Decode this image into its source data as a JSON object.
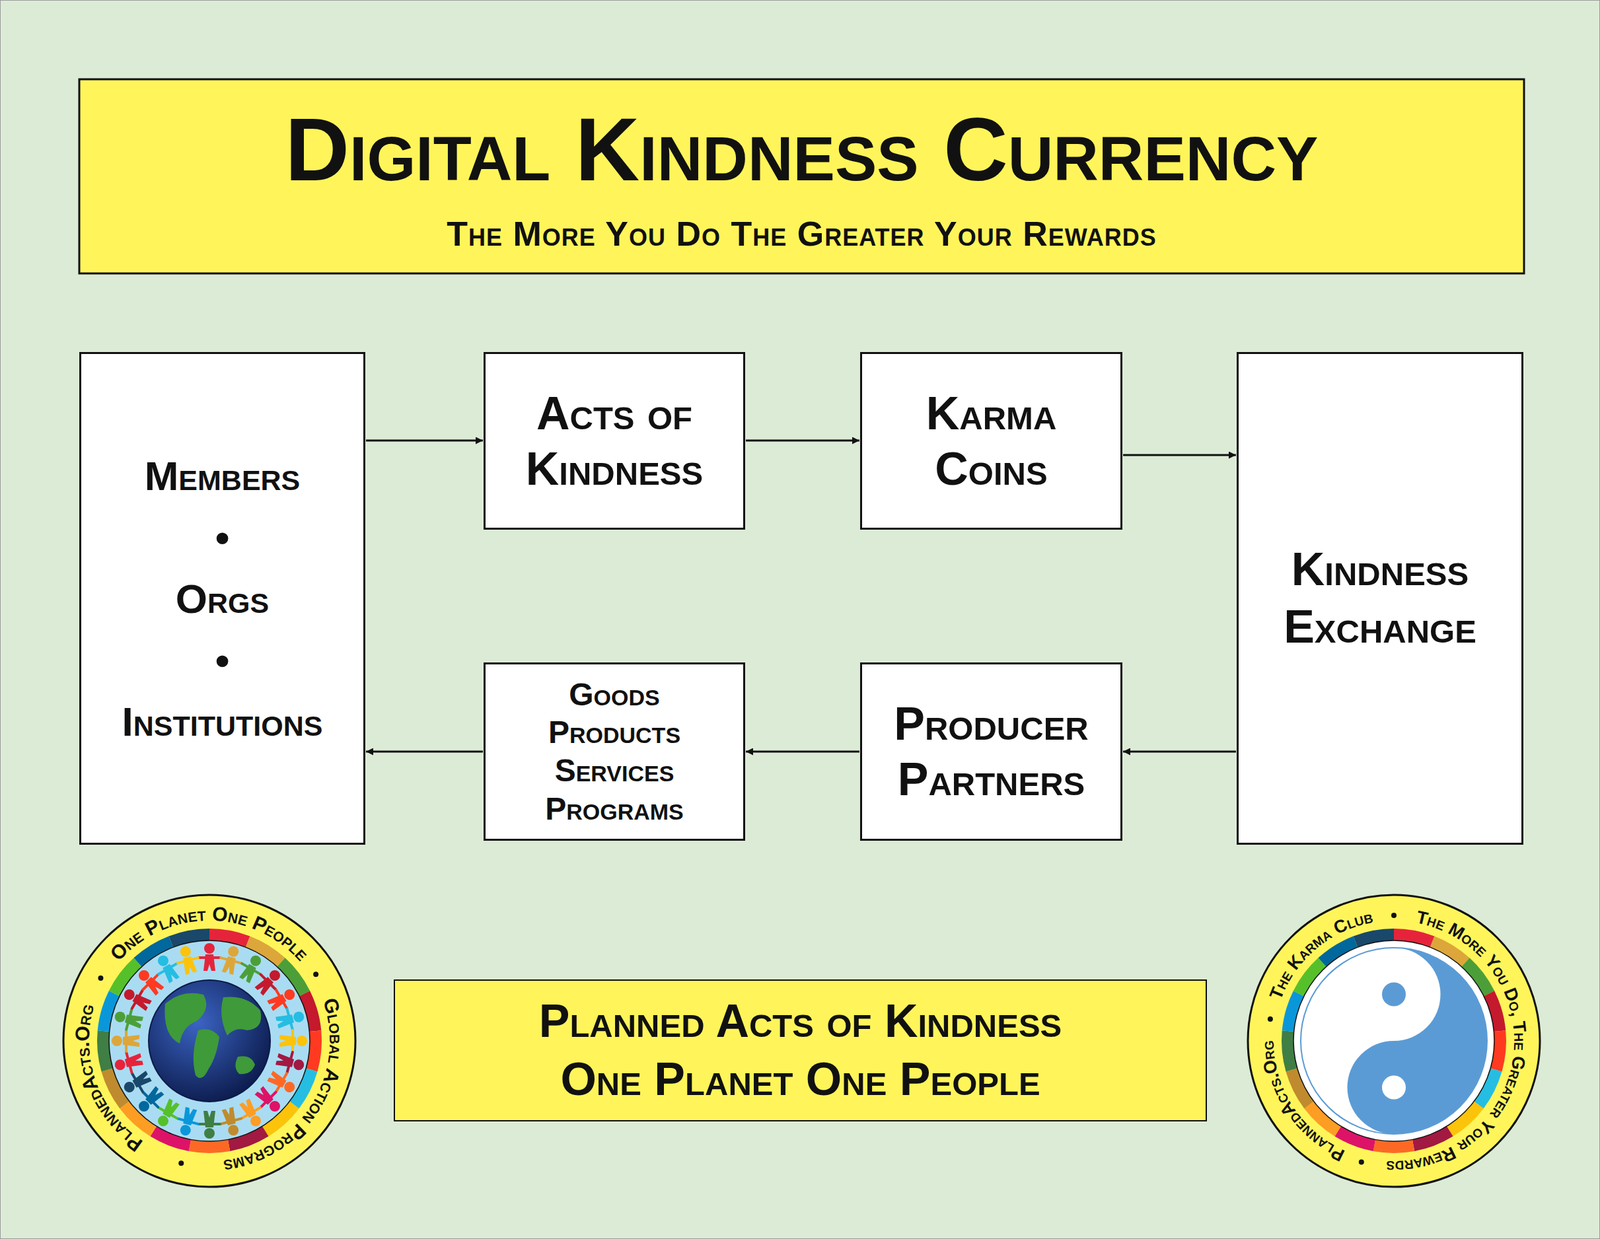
{
  "diagram": {
    "title": "Digital Kindness Currency",
    "nodes": [
      {
        "text": [
          "Members",
          "•",
          "Orgs",
          "•",
          "Institutions"
        ]
      },
      {
        "text": [
          "Acts of Kindness"
        ]
      },
      {
        "text": [
          "Karma Coins"
        ]
      },
      {
        "text": [
          "Kindness Exchange"
        ]
      },
      {
        "text": [
          "Producer Partners"
        ]
      },
      {
        "text": [
          "Goods Products Services Programs"
        ]
      },
      {
        "text": [
          "Planned Acts of Kindness One Planet One People"
        ]
      }
    ],
    "edges": [
      {
        "from": 0,
        "to": 1,
        "arrow": "to"
      },
      {
        "from": 1,
        "to": 2,
        "arrow": "to"
      },
      {
        "from": 2,
        "to": 3,
        "arrow": "to"
      },
      {
        "from": 3,
        "to": 4,
        "arrow": "to"
      },
      {
        "from": 4,
        "to": 5,
        "arrow": "to"
      },
      {
        "from": 5,
        "to": 0,
        "arrow": "to"
      }
    ],
    "labels": [
      "The More You Do The Greater Your Rewards",
      "One Planet One People",
      "Global Action Programs",
      "PlannedActs.Org",
      "The Karma Club",
      "The More You Do, The Greater Your Rewards",
      "PlannedActs.Org"
    ]
  }
}
